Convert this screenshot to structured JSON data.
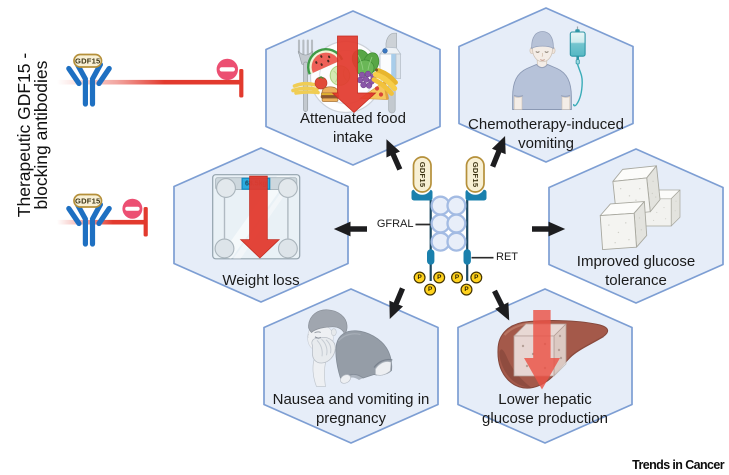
{
  "side_title": {
    "line1": "Therapeutic GDF15 -",
    "line2": "blocking antibodies"
  },
  "antibodies": {
    "top_label": "GDF15",
    "bottom_label": "GDF15"
  },
  "receptor": {
    "ligand_left": "GDF15",
    "ligand_right": "GDF15",
    "gfral": "GFRAL",
    "ret": "RET",
    "phospho": "P"
  },
  "scale_display": "68.5kg",
  "hexagons": [
    {
      "id": "attenuated-food-intake",
      "caption_line1": "Attenuated food",
      "caption_line2": "intake"
    },
    {
      "id": "chemotherapy-induced-vomiting",
      "caption_line1": "Chemotherapy-induced",
      "caption_line2": "vomiting"
    },
    {
      "id": "weight-loss",
      "caption_line1": "Weight loss",
      "caption_line2": ""
    },
    {
      "id": "improved-glucose-tolerance",
      "caption_line1": "Improved glucose",
      "caption_line2": "tolerance"
    },
    {
      "id": "nausea-vomiting-pregnancy",
      "caption_line1": "Nausea and vomiting in",
      "caption_line2": "pregnancy"
    },
    {
      "id": "lower-hepatic-glucose-production",
      "caption_line1": "Lower hepatic",
      "caption_line2": "glucose production"
    }
  ],
  "journal": "Trends in Cancer",
  "colors": {
    "hexagon_fill": "#e6edf8",
    "hexagon_border": "#7d9ed3",
    "red": "#e23a2e",
    "no_entry_pink": "#ec4f72",
    "antibody_blue": "#1e70c2",
    "receptor_teal": "#1a80ad",
    "phospho_yellow": "#ffd21d",
    "pill_fill": "#f8f0d5",
    "pill_border": "#b5903a"
  }
}
